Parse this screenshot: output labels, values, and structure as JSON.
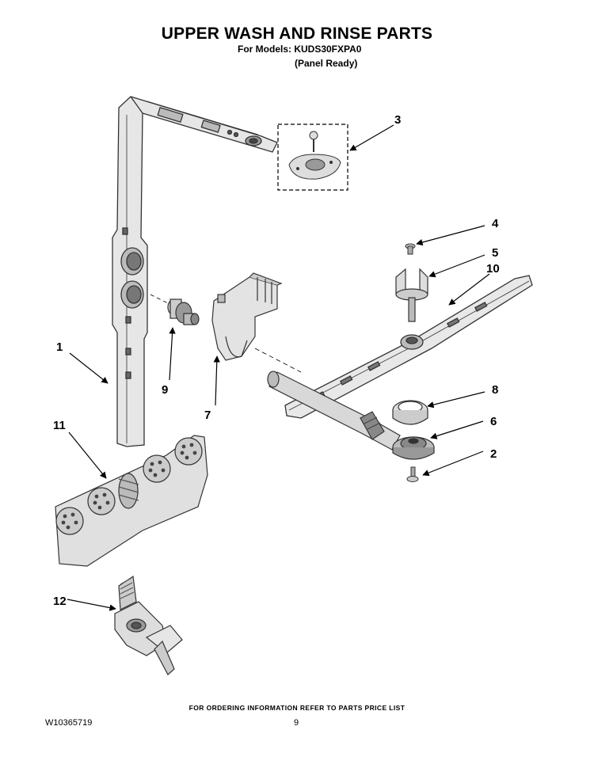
{
  "header": {
    "title": "UPPER WASH AND RINSE PARTS",
    "models": "For Models: KUDS30FXPA0",
    "variant": "(Panel Ready)"
  },
  "callouts": [
    {
      "id": "1",
      "label": "1"
    },
    {
      "id": "2",
      "label": "2"
    },
    {
      "id": "3",
      "label": "3"
    },
    {
      "id": "4",
      "label": "4"
    },
    {
      "id": "5",
      "label": "5"
    },
    {
      "id": "6",
      "label": "6"
    },
    {
      "id": "7",
      "label": "7"
    },
    {
      "id": "8",
      "label": "8"
    },
    {
      "id": "9",
      "label": "9"
    },
    {
      "id": "10",
      "label": "10"
    },
    {
      "id": "11",
      "label": "11"
    },
    {
      "id": "12",
      "label": "12"
    }
  ],
  "footer": {
    "ordering_note": "FOR ORDERING INFORMATION REFER TO PARTS PRICE LIST",
    "document_number": "W10365719",
    "page_number": "9"
  }
}
